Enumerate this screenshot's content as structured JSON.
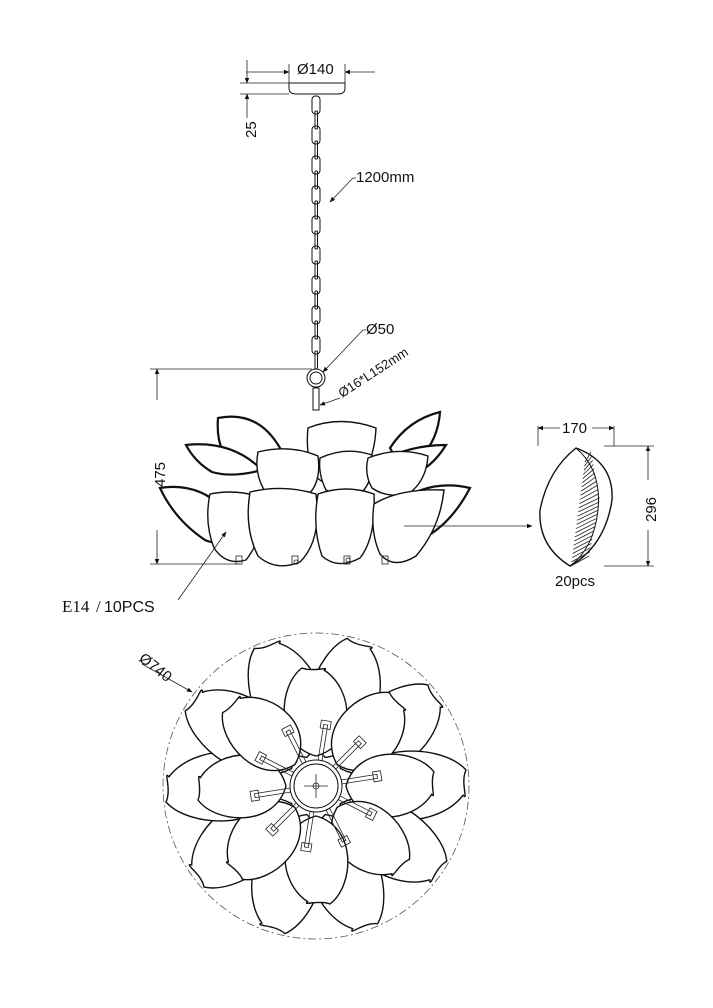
{
  "labels": {
    "canopy_diameter": "Ø140",
    "canopy_height": "25",
    "chain_length": "1200mm",
    "ring_diameter": "Ø50",
    "rod": "Ø16*L152mm",
    "height": "475",
    "socket_type": "E14",
    "socket_count": "10PCS",
    "petal_width": "170",
    "petal_height": "296",
    "petal_count": "20pcs",
    "total_diameter": "Ø740"
  },
  "colors": {
    "stroke": "#111111",
    "background": "#ffffff"
  }
}
